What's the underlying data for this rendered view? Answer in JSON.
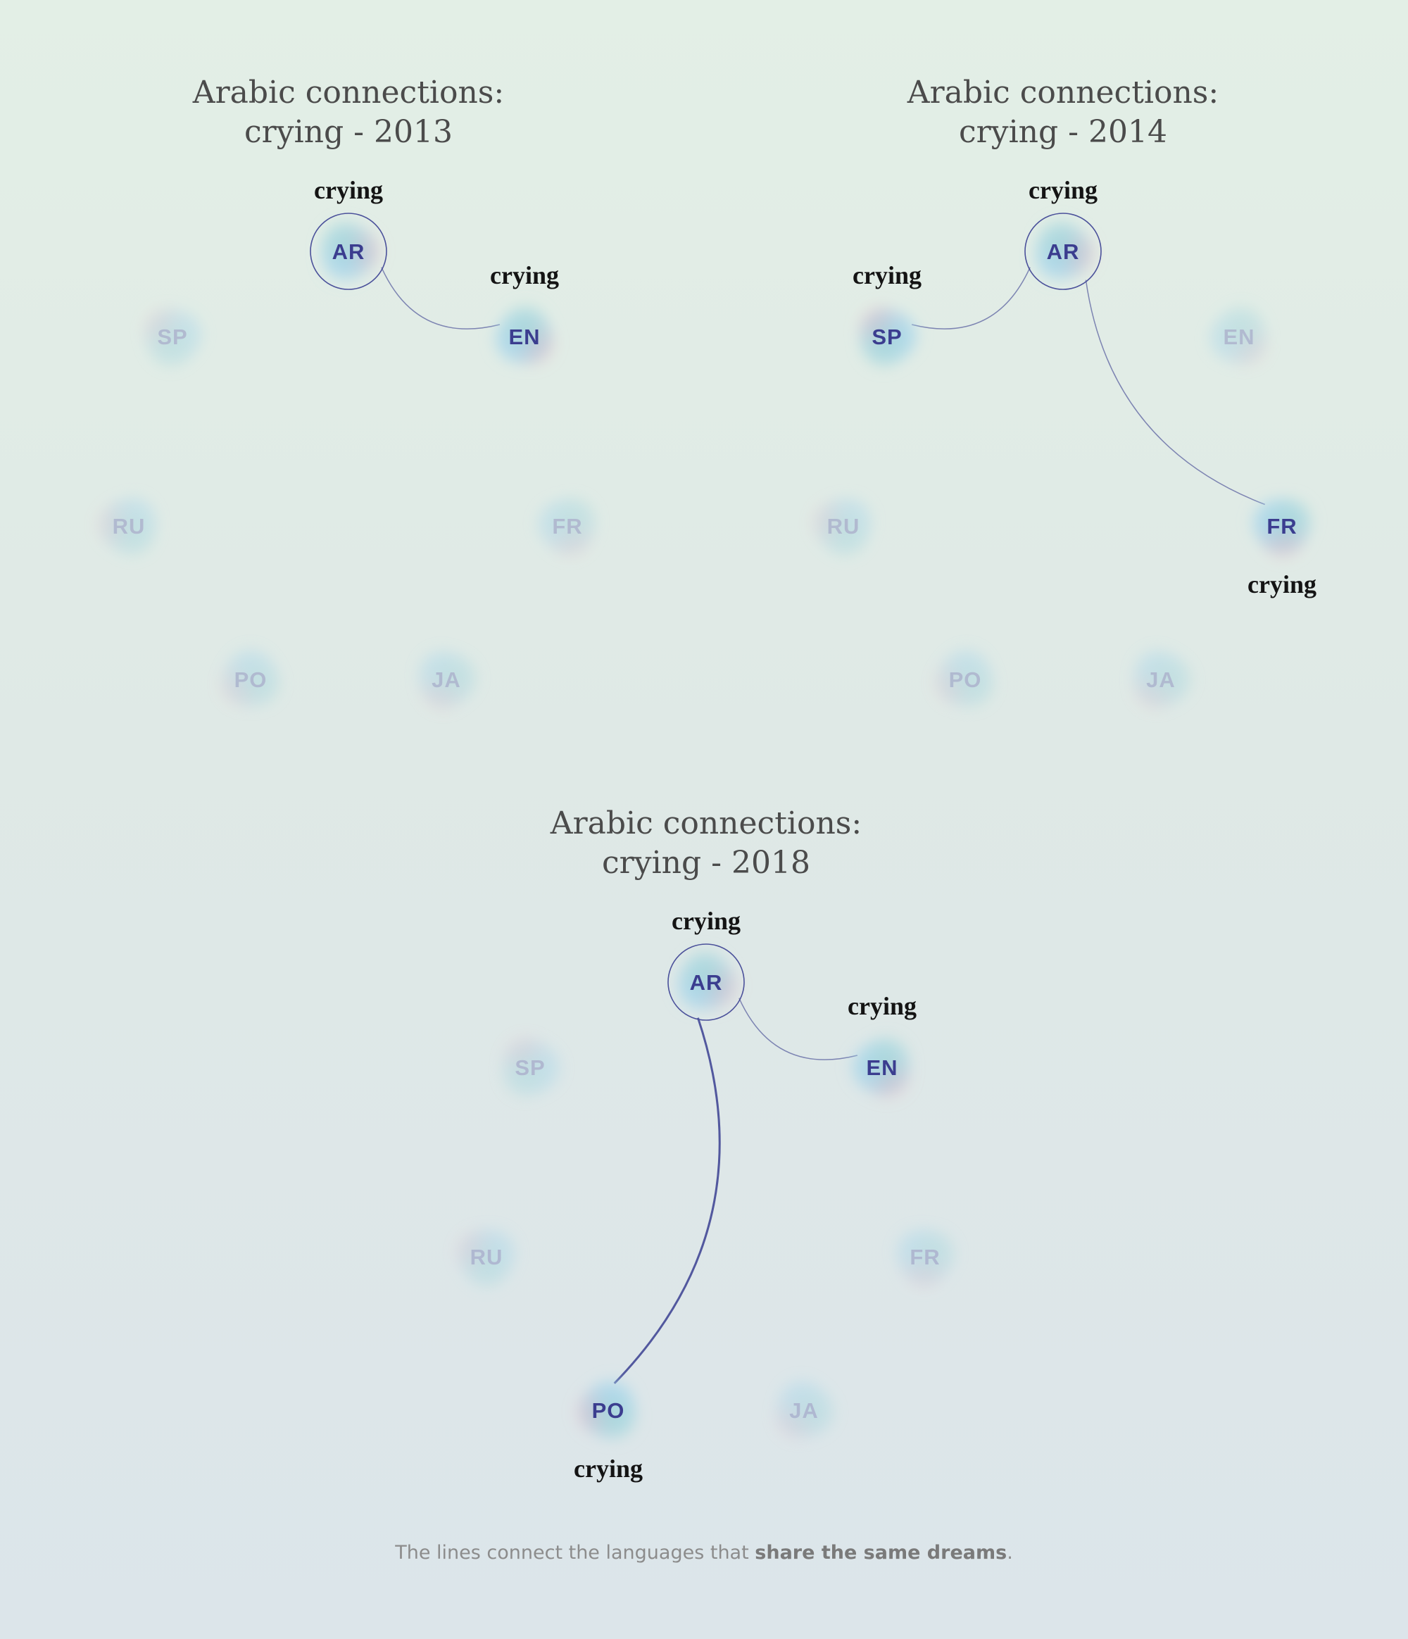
{
  "panels": [
    {
      "title_line1": "Arabic connections:",
      "title_line2": "crying - 2013",
      "center": "AR",
      "nodes": [
        {
          "code": "AR",
          "active": true,
          "word": "crying",
          "word_pos": "above"
        },
        {
          "code": "EN",
          "active": true,
          "word": "crying",
          "word_pos": "above"
        },
        {
          "code": "FR",
          "active": false
        },
        {
          "code": "JA",
          "active": false
        },
        {
          "code": "PO",
          "active": false
        },
        {
          "code": "RU",
          "active": false
        },
        {
          "code": "SP",
          "active": false
        }
      ],
      "connections": [
        {
          "from": "AR",
          "to": "EN",
          "strength": "weak"
        }
      ]
    },
    {
      "title_line1": "Arabic connections:",
      "title_line2": "crying - 2014",
      "center": "AR",
      "nodes": [
        {
          "code": "AR",
          "active": true,
          "word": "crying",
          "word_pos": "above"
        },
        {
          "code": "EN",
          "active": false
        },
        {
          "code": "FR",
          "active": true,
          "word": "crying",
          "word_pos": "below"
        },
        {
          "code": "JA",
          "active": false
        },
        {
          "code": "PO",
          "active": false
        },
        {
          "code": "RU",
          "active": false
        },
        {
          "code": "SP",
          "active": true,
          "word": "crying",
          "word_pos": "above"
        }
      ],
      "connections": [
        {
          "from": "AR",
          "to": "SP",
          "strength": "weak"
        },
        {
          "from": "AR",
          "to": "FR",
          "strength": "weak"
        }
      ]
    },
    {
      "title_line1": "Arabic connections:",
      "title_line2": "crying - 2018",
      "center": "AR",
      "nodes": [
        {
          "code": "AR",
          "active": true,
          "word": "crying",
          "word_pos": "above"
        },
        {
          "code": "EN",
          "active": true,
          "word": "crying",
          "word_pos": "above"
        },
        {
          "code": "FR",
          "active": false
        },
        {
          "code": "JA",
          "active": false
        },
        {
          "code": "PO",
          "active": true,
          "word": "crying",
          "word_pos": "below"
        },
        {
          "code": "RU",
          "active": false
        },
        {
          "code": "SP",
          "active": false
        }
      ],
      "connections": [
        {
          "from": "AR",
          "to": "EN",
          "strength": "weak"
        },
        {
          "from": "AR",
          "to": "PO",
          "strength": "strong"
        }
      ]
    }
  ],
  "footnote": {
    "text_before": "The lines connect the languages that ",
    "text_bold": "share the same dreams",
    "text_after": "."
  },
  "colors": {
    "active_label": "#3b3d8f",
    "inactive_label": "#8b93bf",
    "line": "#6b72a8",
    "line_strong": "#4a509a",
    "blob_pink": "#eeaab5",
    "blob_blue": "#a9d6ea",
    "blob_teal": "#a9d8cf"
  }
}
